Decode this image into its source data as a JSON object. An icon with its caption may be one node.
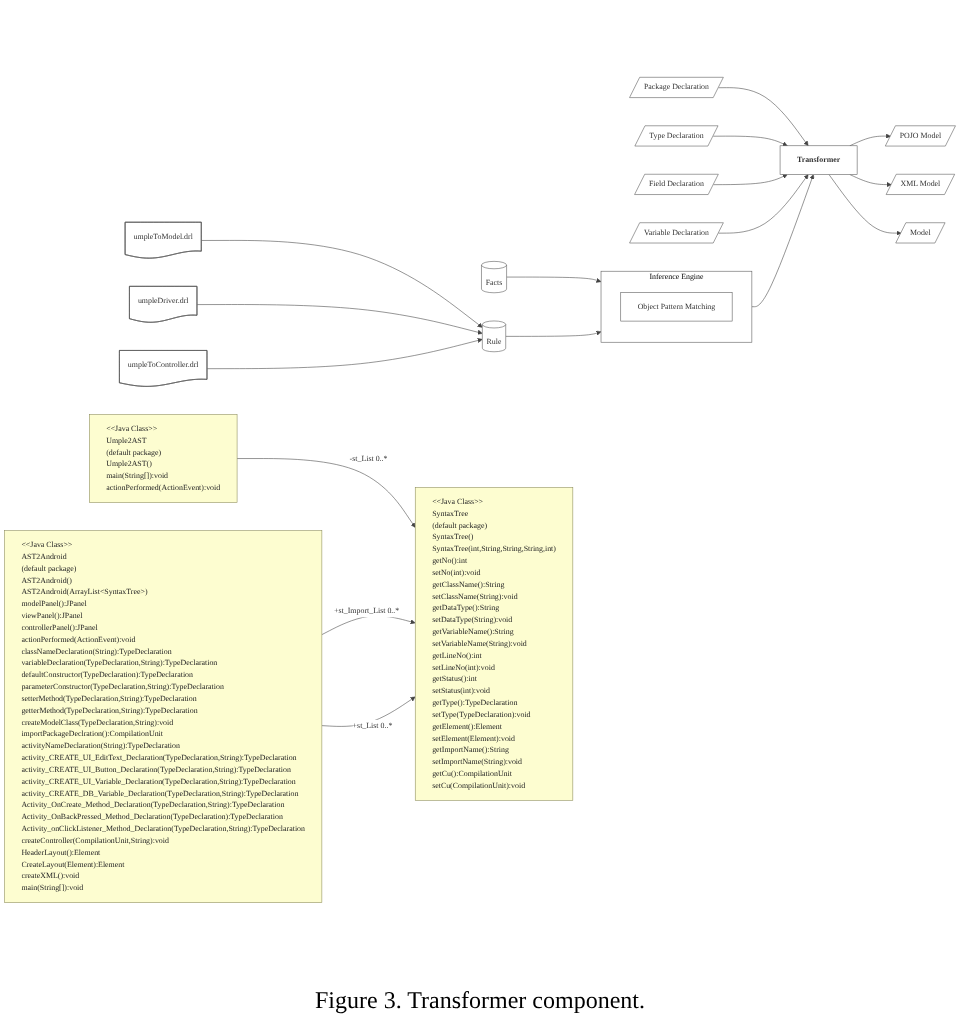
{
  "diagram": {
    "caption": "Figure 3. Transformer component.",
    "nodes": [
      {
        "text": [
          "Package Declaration"
        ]
      },
      {
        "text": [
          "Type Declaration"
        ]
      },
      {
        "text": [
          "Field Declaration"
        ]
      },
      {
        "text": [
          "Variable Declaration"
        ]
      },
      {
        "text": [
          "Transformer"
        ]
      },
      {
        "text": [
          "POJO Model"
        ]
      },
      {
        "text": [
          "XML Model"
        ]
      },
      {
        "text": [
          "Model"
        ]
      },
      {
        "text": [
          "Inference Engine"
        ]
      },
      {
        "text": [
          "Object Pattern Matching"
        ],
        "in": 8
      },
      {
        "text": [
          "Facts"
        ]
      },
      {
        "text": [
          "Rule"
        ]
      },
      {
        "text": [
          "umpleToModel.drl"
        ]
      },
      {
        "text": [
          "umpleDriver.drl"
        ]
      },
      {
        "text": [
          "umpleToController.drl"
        ]
      },
      {
        "text": [
          "<<Java Class>>",
          "Umple2AST",
          "(default package)",
          "Umple2AST()",
          "main(String[]):void",
          "actionPerformed(ActionEvent):void"
        ]
      },
      {
        "text": [
          "<<Java Class>>",
          "SyntaxTree",
          "(default package)",
          "SyntaxTree()",
          "SyntaxTree(int,String,String,String,int)",
          "getNo():int",
          "setNo(int):void",
          "getClassName():String",
          "setClassName(String):void",
          "getDataType():String",
          "setDataType(String):void",
          "getVariableName():String",
          "setVariableName(String):void",
          "getLineNo():int",
          "setLineNo(int):void",
          "getStatus():int",
          "setStatus(int):void",
          "getType():TypeDeclaration",
          "setType(TypeDeclaration):void",
          "getElement():Element",
          "setElement(Element):void",
          "getImportName():String",
          "setImportName(String):void",
          "getCu():CompilationUnit",
          "setCu(CompilationUnit):void"
        ]
      },
      {
        "text": [
          "<<Java Class>>",
          "AST2Android",
          "(default package)",
          "AST2Android()",
          "AST2Android(ArrayList<SyntaxTree>)",
          "modelPanel():JPanel",
          "viewPanel():JPanel",
          "controllerPanel():JPanel",
          "actionPerformed(ActionEvent):void",
          "classNameDeclaration(String):TypeDeclaration",
          "variableDeclaration(TypeDeclaration,String):TypeDeclaration",
          "defaultConstructor(TypeDeclaration):TypeDeclaration",
          "parameterConstructor(TypeDeclaration,String):TypeDeclaration",
          "setterMethod(TypeDeclaration,String):TypeDeclaration",
          "getterMethod(TypeDeclaration,String):TypeDeclaration",
          "createModelClass(TypeDeclaration,String):void",
          "importPackageDeclration():CompilationUnit",
          "activityNameDeclaration(String):TypeDeclaration",
          "activity_CREATE_UI_EditText_Declaration(TypeDeclaration,String):TypeDeclaration",
          "activity_CREATE_UI_Button_Declaration(TypeDeclaration,String):TypeDeclaration",
          "activity_CREATE_UI_Variable_Declaration(TypeDeclaration,String):TypeDeclaration",
          "activity_CREATE_DB_Variable_Declaration(TypeDeclaration,String):TypeDeclaration",
          "Activity_OnCreate_Method_Declaration(TypeDeclaration,String):TypeDeclaration",
          "Activity_OnBackPressed_Method_Declaration(TypeDeclaration):TypeDeclaration",
          "Activity_onClickListener_Method_Declaration(TypeDeclaration,String):TypeDeclaration",
          "createController(CompilationUnit,String):void",
          "HeaderLayout():Element",
          "CreateLayout(Element):Element",
          "createXML():void",
          "main(String[]):void"
        ]
      }
    ],
    "edges": [
      {
        "from": 0,
        "to": 4,
        "arrow": "to"
      },
      {
        "from": 1,
        "to": 4,
        "arrow": "to"
      },
      {
        "from": 2,
        "to": 4,
        "arrow": "to"
      },
      {
        "from": 3,
        "to": 4,
        "arrow": "to"
      },
      {
        "from": 4,
        "to": 5,
        "arrow": "to"
      },
      {
        "from": 4,
        "to": 6,
        "arrow": "to"
      },
      {
        "from": 4,
        "to": 7,
        "arrow": "to"
      },
      {
        "from": 8,
        "to": 4,
        "arrow": "to"
      },
      {
        "from": 10,
        "to": 8,
        "arrow": "to"
      },
      {
        "from": 11,
        "to": 8,
        "arrow": "to"
      },
      {
        "from": 12,
        "to": 11,
        "arrow": "to"
      },
      {
        "from": 13,
        "to": 11,
        "arrow": "to"
      },
      {
        "from": 14,
        "to": 11,
        "arrow": "to"
      },
      {
        "from": 15,
        "to": 16,
        "label": "-st_List 0..*",
        "arrow": "to"
      },
      {
        "from": 17,
        "to": 16,
        "label": "+st_Import_List 0..*",
        "arrow": "to"
      },
      {
        "from": 17,
        "to": 16,
        "label": "+st_List 0..*",
        "arrow": "to"
      }
    ]
  }
}
